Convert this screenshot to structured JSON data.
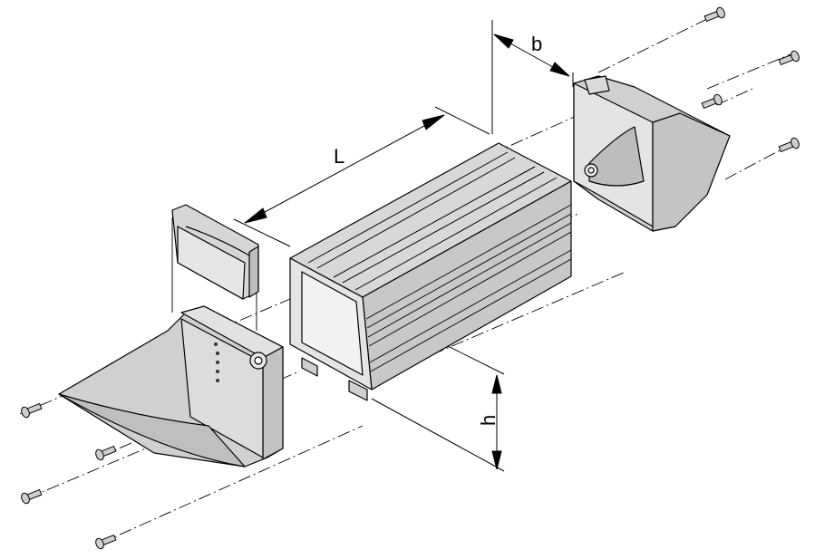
{
  "dimensions": {
    "length_label": "L",
    "width_label": "b",
    "height_label": "h"
  },
  "colors": {
    "part_fill": "#d3d3d3",
    "part_shadow": "#b9b9b9",
    "part_light": "#e6e6e6",
    "outline": "#000000",
    "background": "#ffffff"
  },
  "parts": [
    "aluminium-profile-icon",
    "left-end-cap-icon",
    "right-end-cap-icon",
    "cable-gland-insert-icon",
    "screw-icon"
  ]
}
